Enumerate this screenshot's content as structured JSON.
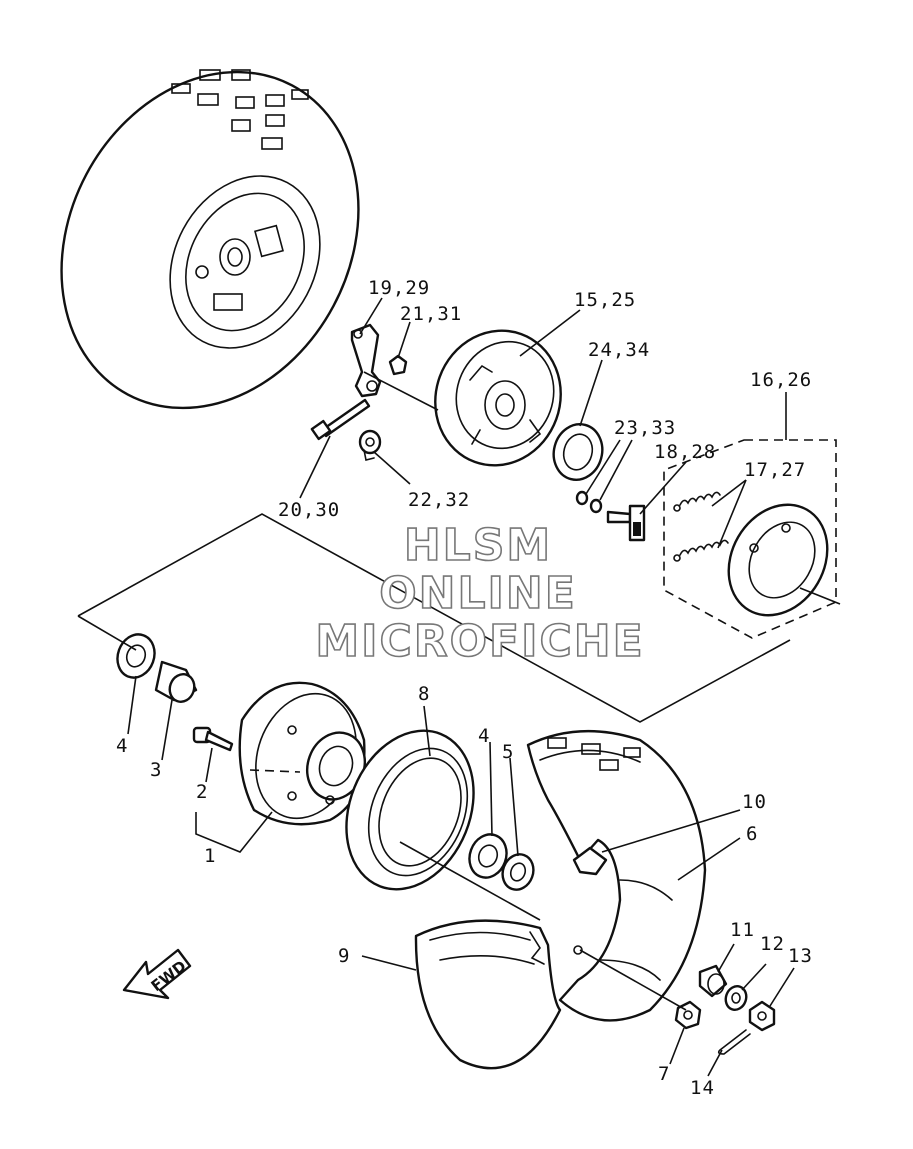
{
  "watermark": [
    "HLSM",
    "ONLINE",
    "MICROFICHE"
  ],
  "fwd": "FWD",
  "labels": {
    "p19_29": "19,29",
    "p21_31": "21,31",
    "p15_25": "15,25",
    "p24_34": "24,34",
    "p16_26": "16,26",
    "p23_33": "23,33",
    "p18_28": "18,28",
    "p17_27": "17,27",
    "p20_30": "20,30",
    "p22_32": "22,32",
    "p8": "8",
    "p4a": "4",
    "p3": "3",
    "p2": "2",
    "p1": "1",
    "p4b": "4",
    "p5": "5",
    "p10": "10",
    "p6": "6",
    "p9": "9",
    "p11": "11",
    "p12": "12",
    "p13": "13",
    "p7": "7",
    "p14": "14"
  }
}
